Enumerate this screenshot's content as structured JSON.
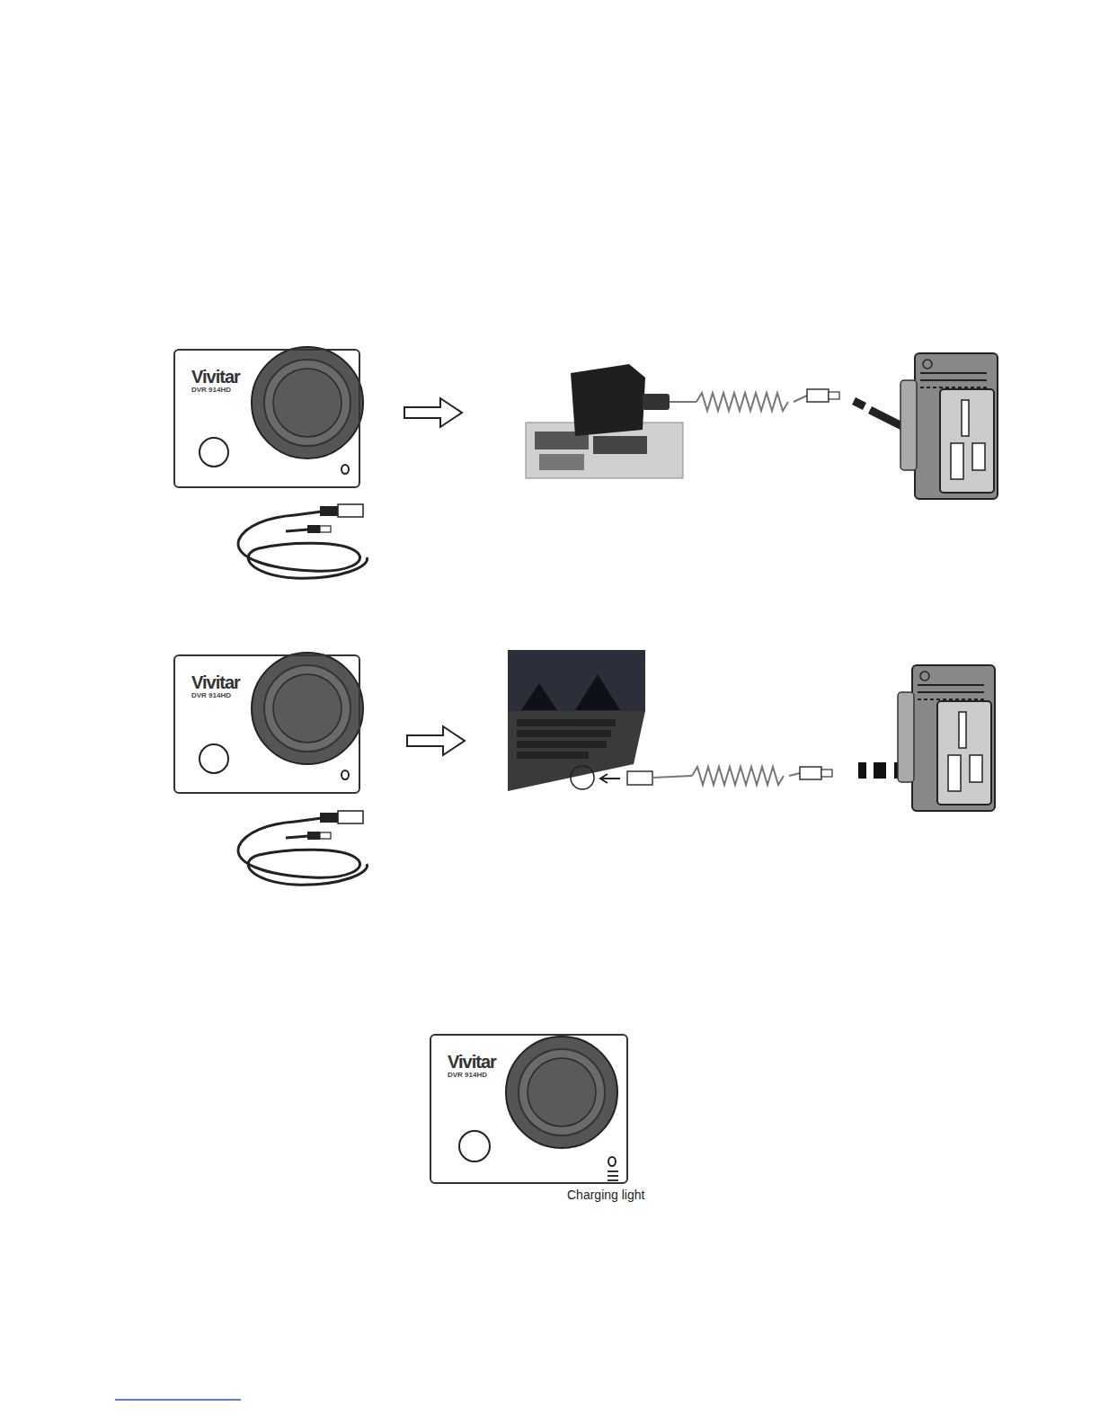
{
  "diagram": {
    "nodes": [
      {
        "text": [
          "Vivitar",
          "DVR 914HD"
        ]
      },
      {
        "text": [
          "Vivitar",
          "DVR 914HD"
        ]
      },
      {
        "text": [
          "Vivitar",
          "DVR 914HD"
        ]
      }
    ],
    "labels": [
      "Charging light"
    ]
  }
}
